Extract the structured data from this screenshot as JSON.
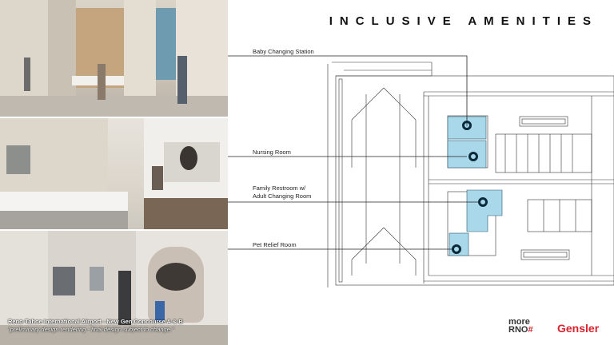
{
  "page": {
    "title": "INCLUSIVE AMENITIES"
  },
  "labels": {
    "baby_changing": "Baby Changing Station",
    "nursing_room": "Nursing Room",
    "family_restroom_line1": "Family Restroom w/",
    "family_restroom_line2": "Adult Changing Room",
    "pet_relief": "Pet Relief Room"
  },
  "caption": {
    "line1": "Reno-Tahoe International Airport - New Gen Concourse A & B",
    "line2": "\"preliminary design rendering - final design subject to change.\""
  },
  "logos": {
    "morerno_top": "more",
    "morerno_bottom": "RNO",
    "morerno_mark": "#",
    "gensler": "Gensler"
  },
  "colors": {
    "highlight": "#a9d8ea",
    "marker": "#0b2a3a",
    "gensler_red": "#d8242f"
  }
}
